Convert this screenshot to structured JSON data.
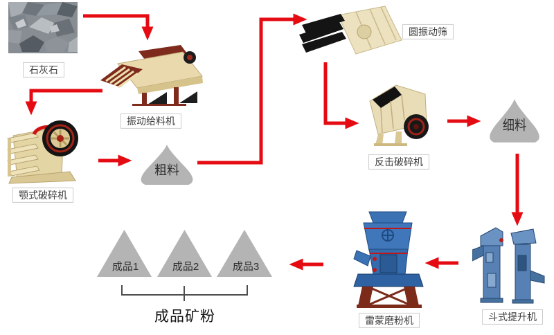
{
  "flow": {
    "source": {
      "label": "石灰石"
    },
    "feeder": {
      "label": "振动给料机"
    },
    "jaw_crusher": {
      "label": "颚式破碎机"
    },
    "coarse_pile": {
      "label": "粗料"
    },
    "vibrating_screen": {
      "label": "圆振动筛"
    },
    "impact_crusher": {
      "label": "反击破碎机"
    },
    "fine_pile": {
      "label": "细料"
    },
    "bucket_elevator": {
      "label": "斗式提升机"
    },
    "raymond_mill": {
      "label": "雷蒙磨粉机"
    },
    "products": [
      {
        "label": "成品1"
      },
      {
        "label": "成品2"
      },
      {
        "label": "成品3"
      }
    ],
    "output": {
      "label": "成品矿粉"
    }
  },
  "colors": {
    "arrow_red": "#e50b12",
    "pile_gray": "#b4b4b4",
    "machine_cream": "#e9dcb2",
    "machine_maroon": "#7a2a1c",
    "machine_blue": "#4a7ab5",
    "label_border": "#cccccc",
    "label_text": "#3d3d3d",
    "bracket_gray": "#4d4d4d"
  }
}
